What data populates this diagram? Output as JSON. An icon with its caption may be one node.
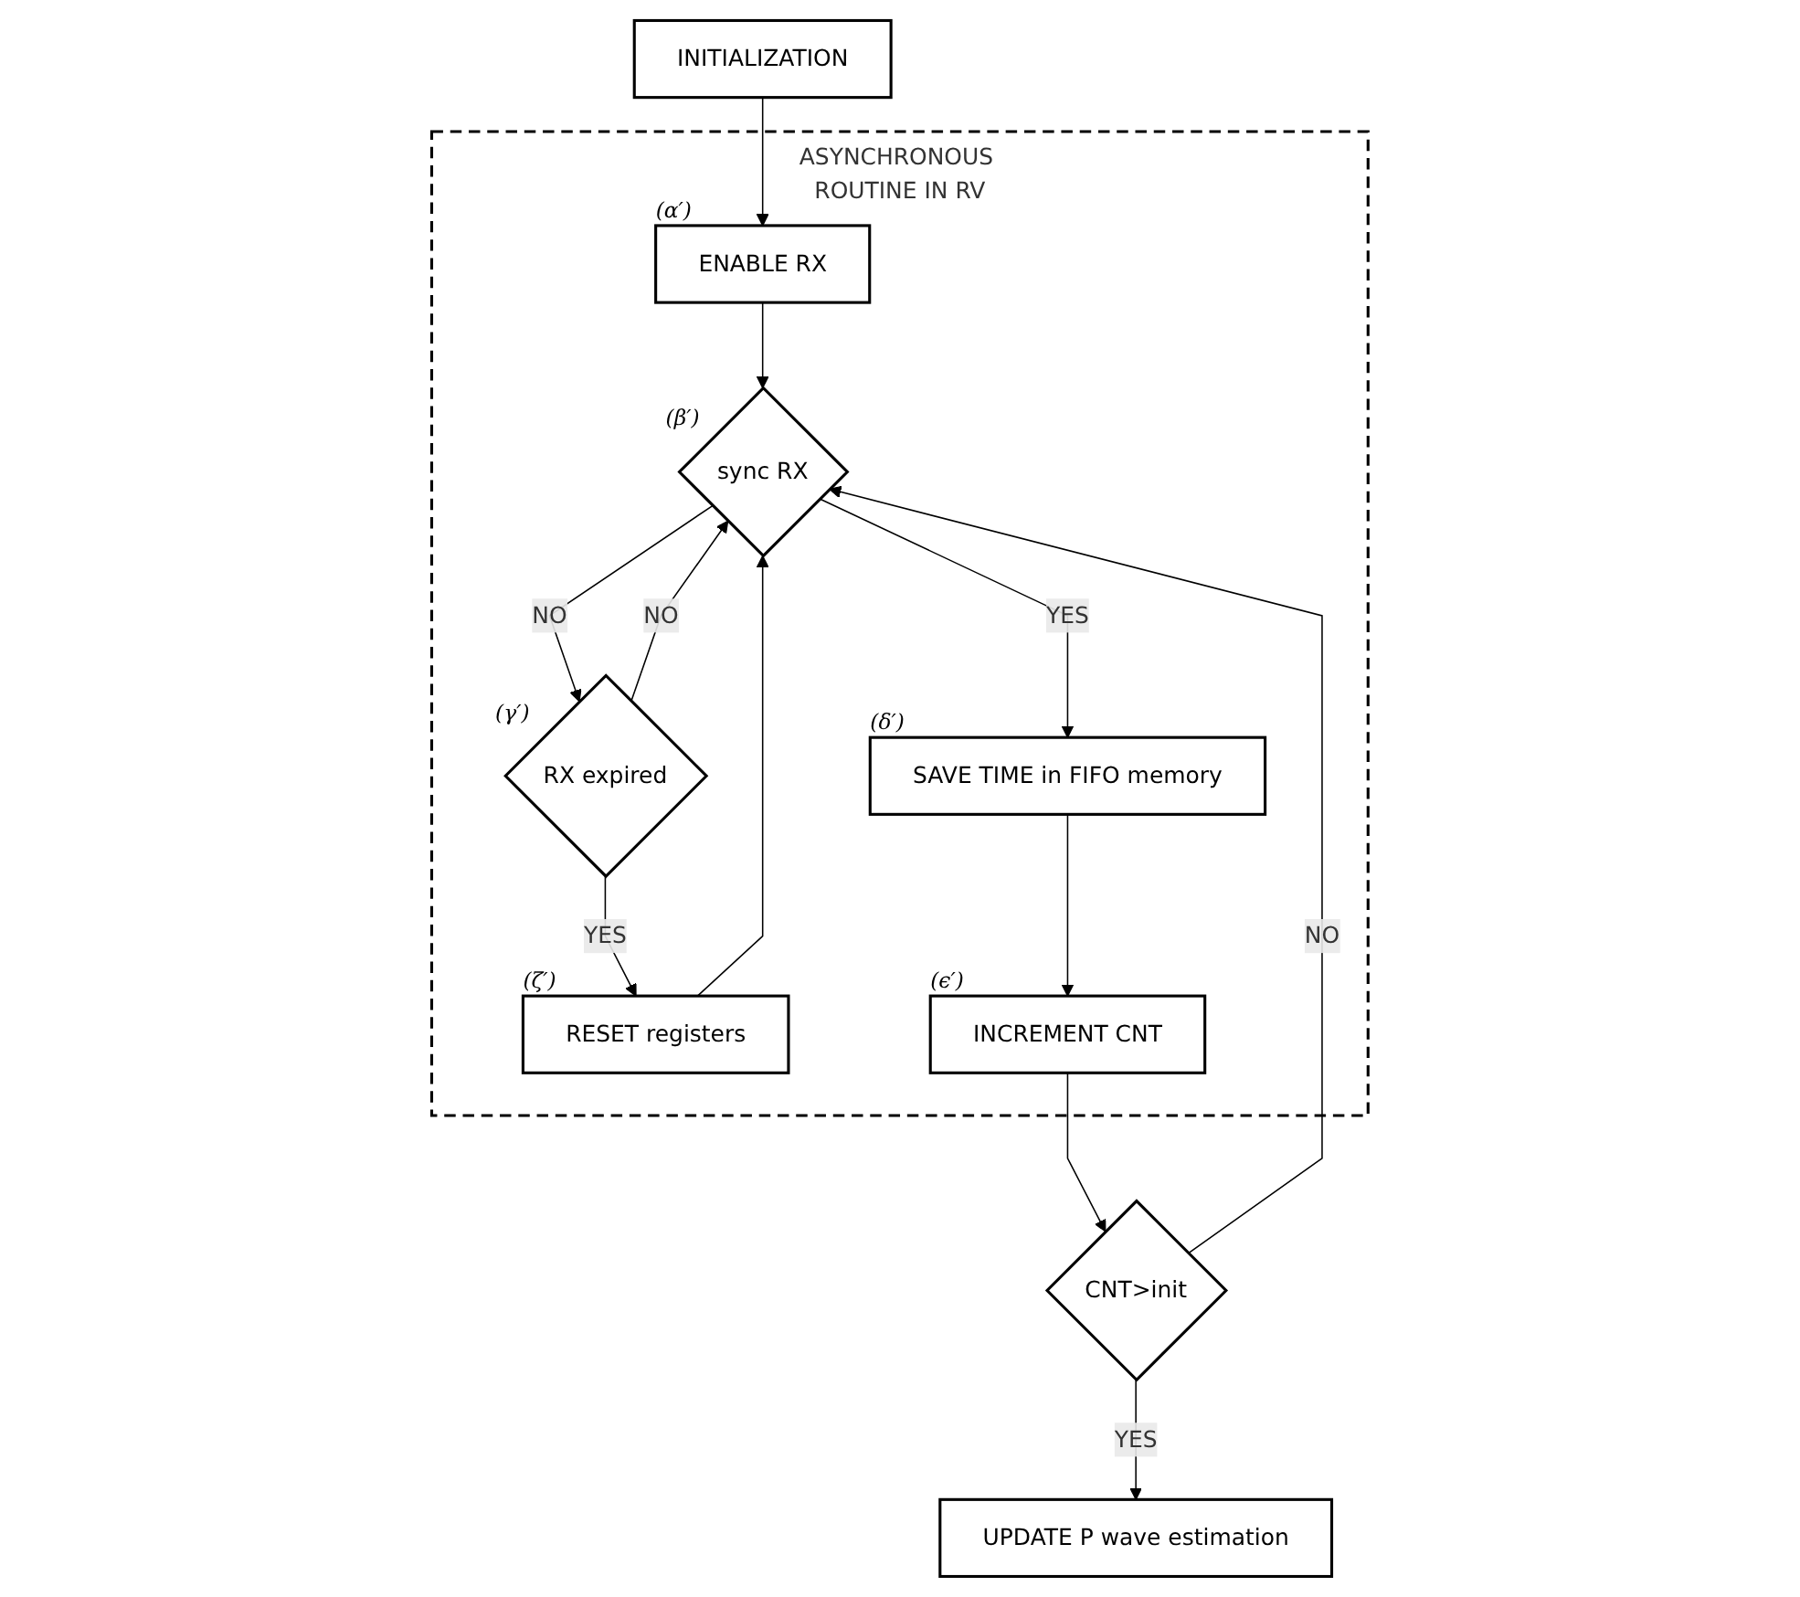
{
  "diagram": {
    "nodes": [
      {
        "text": [
          "INITIALIZATION"
        ]
      },
      {
        "text": [
          "ASYNCHRONOUS ROUTINE IN RV"
        ]
      },
      {
        "text": [
          "ENABLE RX"
        ],
        "in": 1,
        "beside": [
          "(α′)"
        ]
      },
      {
        "text": [
          "sync RX"
        ],
        "in": 1,
        "beside": [
          "(β′)"
        ]
      },
      {
        "text": [
          "RX expired"
        ],
        "in": 1,
        "beside": [
          "(γ′)"
        ]
      },
      {
        "text": [
          "RESET registers"
        ],
        "in": 1,
        "beside": [
          "(ζ′)"
        ]
      },
      {
        "text": [
          "SAVE TIME in FIFO memory"
        ],
        "in": 1,
        "beside": [
          "(δ′)"
        ]
      },
      {
        "text": [
          "INCREMENT CNT"
        ],
        "in": 1,
        "beside": [
          "(ϵ′)"
        ]
      },
      {
        "text": [
          "CNT>init"
        ]
      },
      {
        "text": [
          "UPDATE P wave estimation"
        ]
      }
    ],
    "edges": [
      {
        "from": 0,
        "to": 2,
        "arrow": "to"
      },
      {
        "from": 2,
        "to": 3,
        "arrow": "to"
      },
      {
        "from": 3,
        "to": 4,
        "label": "NO",
        "arrow": "to"
      },
      {
        "from": 4,
        "to": 3,
        "label": "NO",
        "arrow": "to"
      },
      {
        "from": 4,
        "to": 5,
        "label": "YES",
        "arrow": "to"
      },
      {
        "from": 5,
        "to": 3,
        "arrow": "to"
      },
      {
        "from": 3,
        "to": 6,
        "label": "YES",
        "arrow": "to"
      },
      {
        "from": 6,
        "to": 7,
        "arrow": "to"
      },
      {
        "from": 7,
        "to": 8,
        "arrow": "to"
      },
      {
        "from": 8,
        "to": 3,
        "label": "NO",
        "arrow": "to"
      },
      {
        "from": 8,
        "to": 9,
        "label": "YES",
        "arrow": "to"
      }
    ]
  }
}
